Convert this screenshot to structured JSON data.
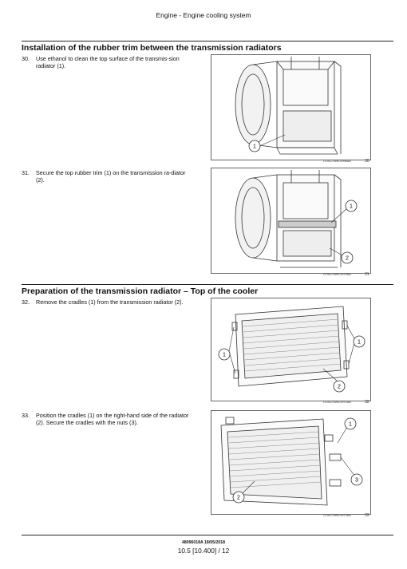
{
  "header": {
    "title": "Engine - Engine cooling system"
  },
  "sections": [
    {
      "title": "Installation of the rubber trim between the transmission radiators"
    },
    {
      "title": "Preparation of the transmission radiator – Top of the cooler"
    }
  ],
  "steps": [
    {
      "num": "30.",
      "text": "Use ethanol to clean the top surface of the transmis-sion radiator (1)."
    },
    {
      "num": "31.",
      "text": "Secure the top rubber trim (1) on the transmission ra-diator (2)."
    },
    {
      "num": "32.",
      "text": "Remove the cradles (1) from the transmission radiator (2)."
    },
    {
      "num": "33.",
      "text": "Position the cradles (1) on the right-hand side of the radiator (2). Secure the cradles with the nuts (3)."
    }
  ],
  "figures": [
    {
      "code": "COIL17WEL0096AA",
      "number": "30",
      "callouts": [
        "1"
      ]
    },
    {
      "code": "COIL17WEL0070AA",
      "number": "31",
      "callouts": [
        "1",
        "2"
      ]
    },
    {
      "code": "COIL17WEL0071AA",
      "number": "32",
      "callouts": [
        "1",
        "1",
        "2"
      ]
    },
    {
      "code": "COIL17WEL0072AA",
      "number": "33",
      "callouts": [
        "1",
        "3",
        "2"
      ]
    }
  ],
  "footer": {
    "doc_id": "48096018A 18/05/2018",
    "page": "10.5 [10.400] / 12"
  }
}
